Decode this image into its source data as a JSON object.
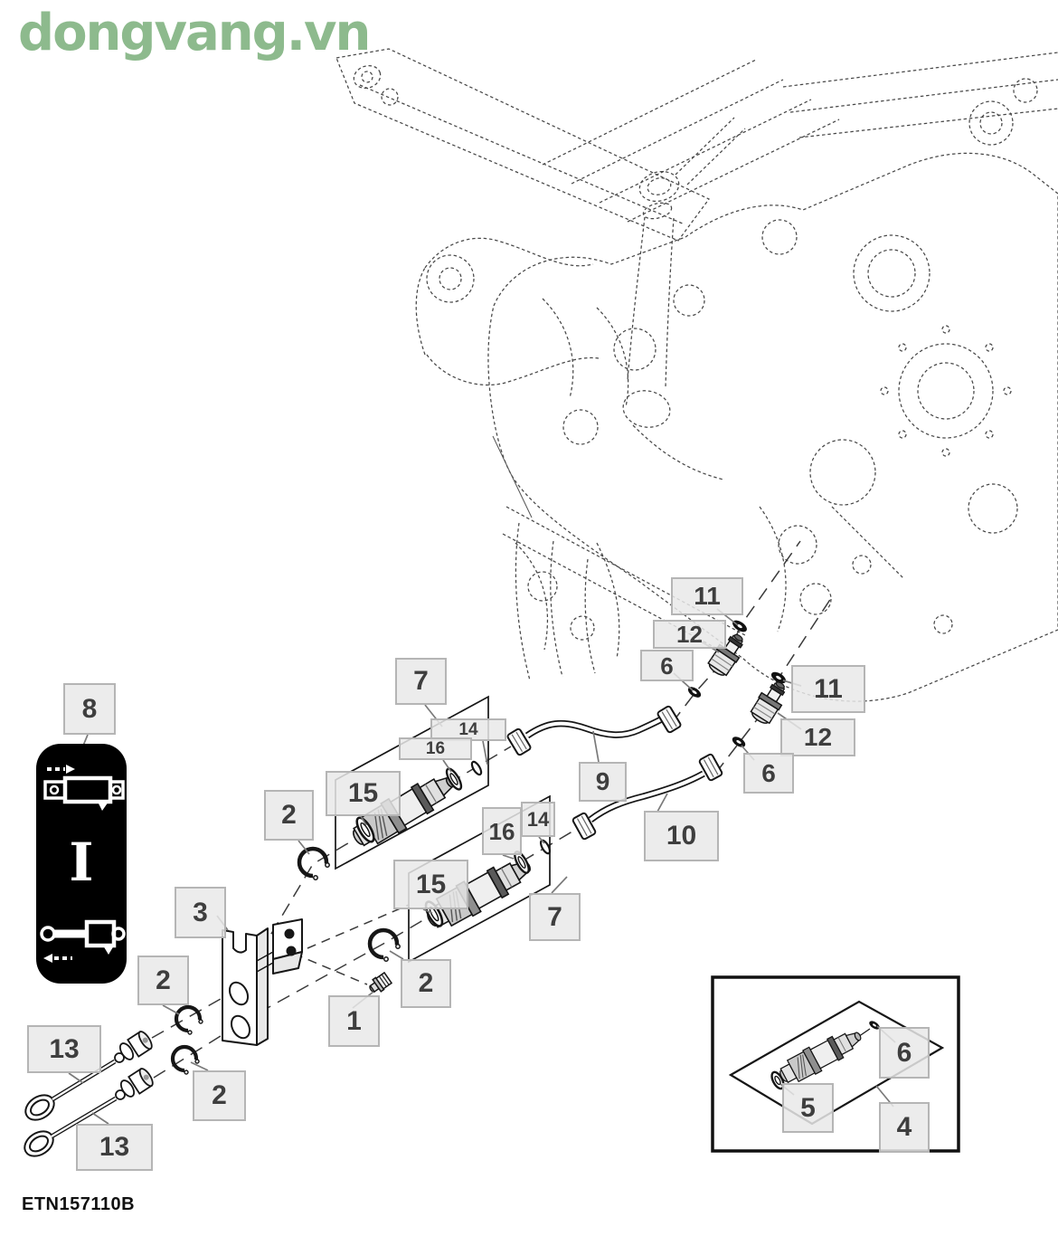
{
  "watermark": {
    "text": "dongvang.vn"
  },
  "caption": {
    "code": "ETN157110B"
  },
  "legend": {
    "section_letter": "I",
    "icons": [
      "cylinder-extend-icon",
      "cylinder-retract-icon"
    ]
  },
  "callouts": {
    "c1": "1",
    "c2a": "2",
    "c2b": "2",
    "c2c": "2",
    "c2d": "2",
    "c3": "3",
    "c4": "4",
    "c5": "5",
    "c6a": "6",
    "c6b": "6",
    "c6i": "6",
    "c7a": "7",
    "c7b": "7",
    "c8": "8",
    "c9": "9",
    "c10": "10",
    "c11a": "11",
    "c11b": "11",
    "c12a": "12",
    "c12b": "12",
    "c13a": "13",
    "c13b": "13",
    "c14a": "14",
    "c14b": "14",
    "c15a": "15",
    "c15b": "15",
    "c16a": "16",
    "c16b": "16"
  },
  "colors": {
    "watermark": "#8dba8d",
    "callout_bg": "#e9e9e9",
    "callout_border": "#b5b5b5",
    "callout_text": "#3e3e3e",
    "line": "#1a1a1a"
  }
}
